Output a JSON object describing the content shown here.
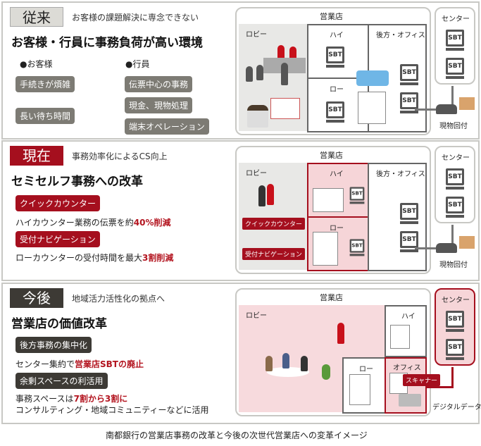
{
  "past": {
    "tag": "従来",
    "subtitle": "お客様の課題解決に専念できない",
    "heading": "お客様・行員に事務負荷が高い環境",
    "customer_label": "●お客様",
    "staff_label": "●行員",
    "customer_items": [
      "手続きが煩雑",
      "長い待ち時間"
    ],
    "staff_items": [
      "伝票中心の事務",
      "現金、現物処理",
      "端末オペレーション"
    ],
    "diagram": {
      "store": "営業店",
      "lobby": "ロビー",
      "high": "ハイ",
      "low": "ロー",
      "office": "後方・オフィス",
      "center": "センター",
      "sbt": "SBT",
      "transfer": "現物回付"
    }
  },
  "present": {
    "tag": "現在",
    "subtitle": "事務効率化によるCS向上",
    "heading": "セミセルフ事務への改革",
    "item1": {
      "label": "クイックカウンター",
      "text": "ハイカウンター業務の伝票を約",
      "emph": "40%削減"
    },
    "item2": {
      "label": "受付ナビゲーション",
      "text": "ローカウンターの受付時間を最大",
      "emph": "3割削減"
    },
    "diagram": {
      "store": "営業店",
      "lobby": "ロビー",
      "high": "ハイ",
      "low": "ロー",
      "office": "後方・オフィス",
      "center": "センター",
      "sbt": "SBT",
      "transfer": "現物回付",
      "quick_counter": "クイックカウンター",
      "reception_nav": "受付ナビゲーション"
    }
  },
  "future": {
    "tag": "今後",
    "subtitle": "地域活力活性化の拠点へ",
    "heading": "営業店の価値改革",
    "item1": {
      "label": "後方事務の集中化",
      "text": "センター集約で",
      "emph": "営業店SBTの廃止"
    },
    "item2": {
      "label": "余剰スペースの利活用",
      "text": "事務スペースは",
      "emph": "7割から3割に",
      "text2": "コンサルティング・地域コミュニティーなどに活用"
    },
    "diagram": {
      "store": "営業店",
      "lobby": "ロビー",
      "high": "ハイ",
      "low": "ロー",
      "office": "オフィス",
      "center": "センター",
      "sbt": "SBT",
      "scanner": "スキャナー",
      "digital": "デジタルデータ"
    }
  },
  "caption": "南都銀行の営業店事務の改革と今後の次世代営業店への変革イメージ"
}
